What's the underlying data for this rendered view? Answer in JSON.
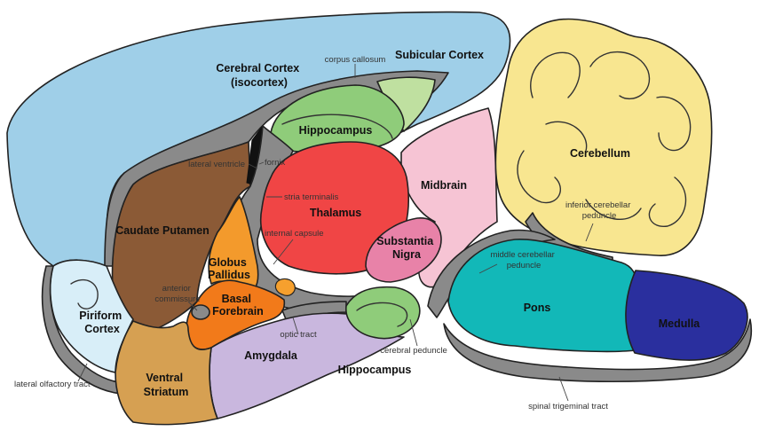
{
  "colors": {
    "cortex": "#9fcfe8",
    "caudate": "#8b5a36",
    "globus": "#f39a2c",
    "basal_forebrain": "#f27a1a",
    "thalamus": "#f04545",
    "hippocampus": "#8fcc7a",
    "subicular": "#bfe0a0",
    "midbrain": "#f6c4d4",
    "substantia": "#e882a8",
    "cerebellum": "#f8e690",
    "pons": "#12b8b8",
    "medulla": "#2a2f9e",
    "amygdala": "#c9b7de",
    "ventral_striatum": "#d6a052",
    "piriform": "#d8eef8",
    "white_matter": "#8a8a8a"
  },
  "regions": {
    "cerebral_cortex": [
      "Cerebral Cortex",
      "(isocortex)"
    ],
    "subicular_cortex": "Subicular Cortex",
    "hippocampus_dorsal": "Hippocampus",
    "cerebellum": "Cerebellum",
    "midbrain": "Midbrain",
    "thalamus": "Thalamus",
    "substantia_nigra": [
      "Substantia",
      "Nigra"
    ],
    "caudate_putamen": "Caudate Putamen",
    "globus_pallidus": [
      "Globus",
      "Pallidus"
    ],
    "basal_forebrain": [
      "Basal",
      "Forebrain"
    ],
    "pons": "Pons",
    "medulla": "Medulla",
    "amygdala": "Amygdala",
    "hippocampus_ventral": "Hippocampus",
    "piriform_cortex": [
      "Piriform",
      "Cortex"
    ],
    "ventral_striatum": [
      "Ventral",
      "Striatum"
    ]
  },
  "annotations": {
    "corpus_callosum": "corpus callosum",
    "lateral_ventricle": "lateral ventricle",
    "fornix": "fornix",
    "stria_terminalis": "stria terminalis",
    "internal_capsule": "internal capsule",
    "inferior_cerebellar_peduncle": [
      "inferior cerebellar",
      "peduncle"
    ],
    "middle_cerebellar_peduncle": [
      "middle cerebellar",
      "peduncle"
    ],
    "anterior_commissure": [
      "anterior",
      "commissure"
    ],
    "optic_tract": "optic tract",
    "cerebral_peduncle": "cerebral peduncle",
    "lateral_olfactory_tract": "lateral olfactory tract",
    "spinal_trigeminal_tract": "spinal trigeminal tract"
  }
}
